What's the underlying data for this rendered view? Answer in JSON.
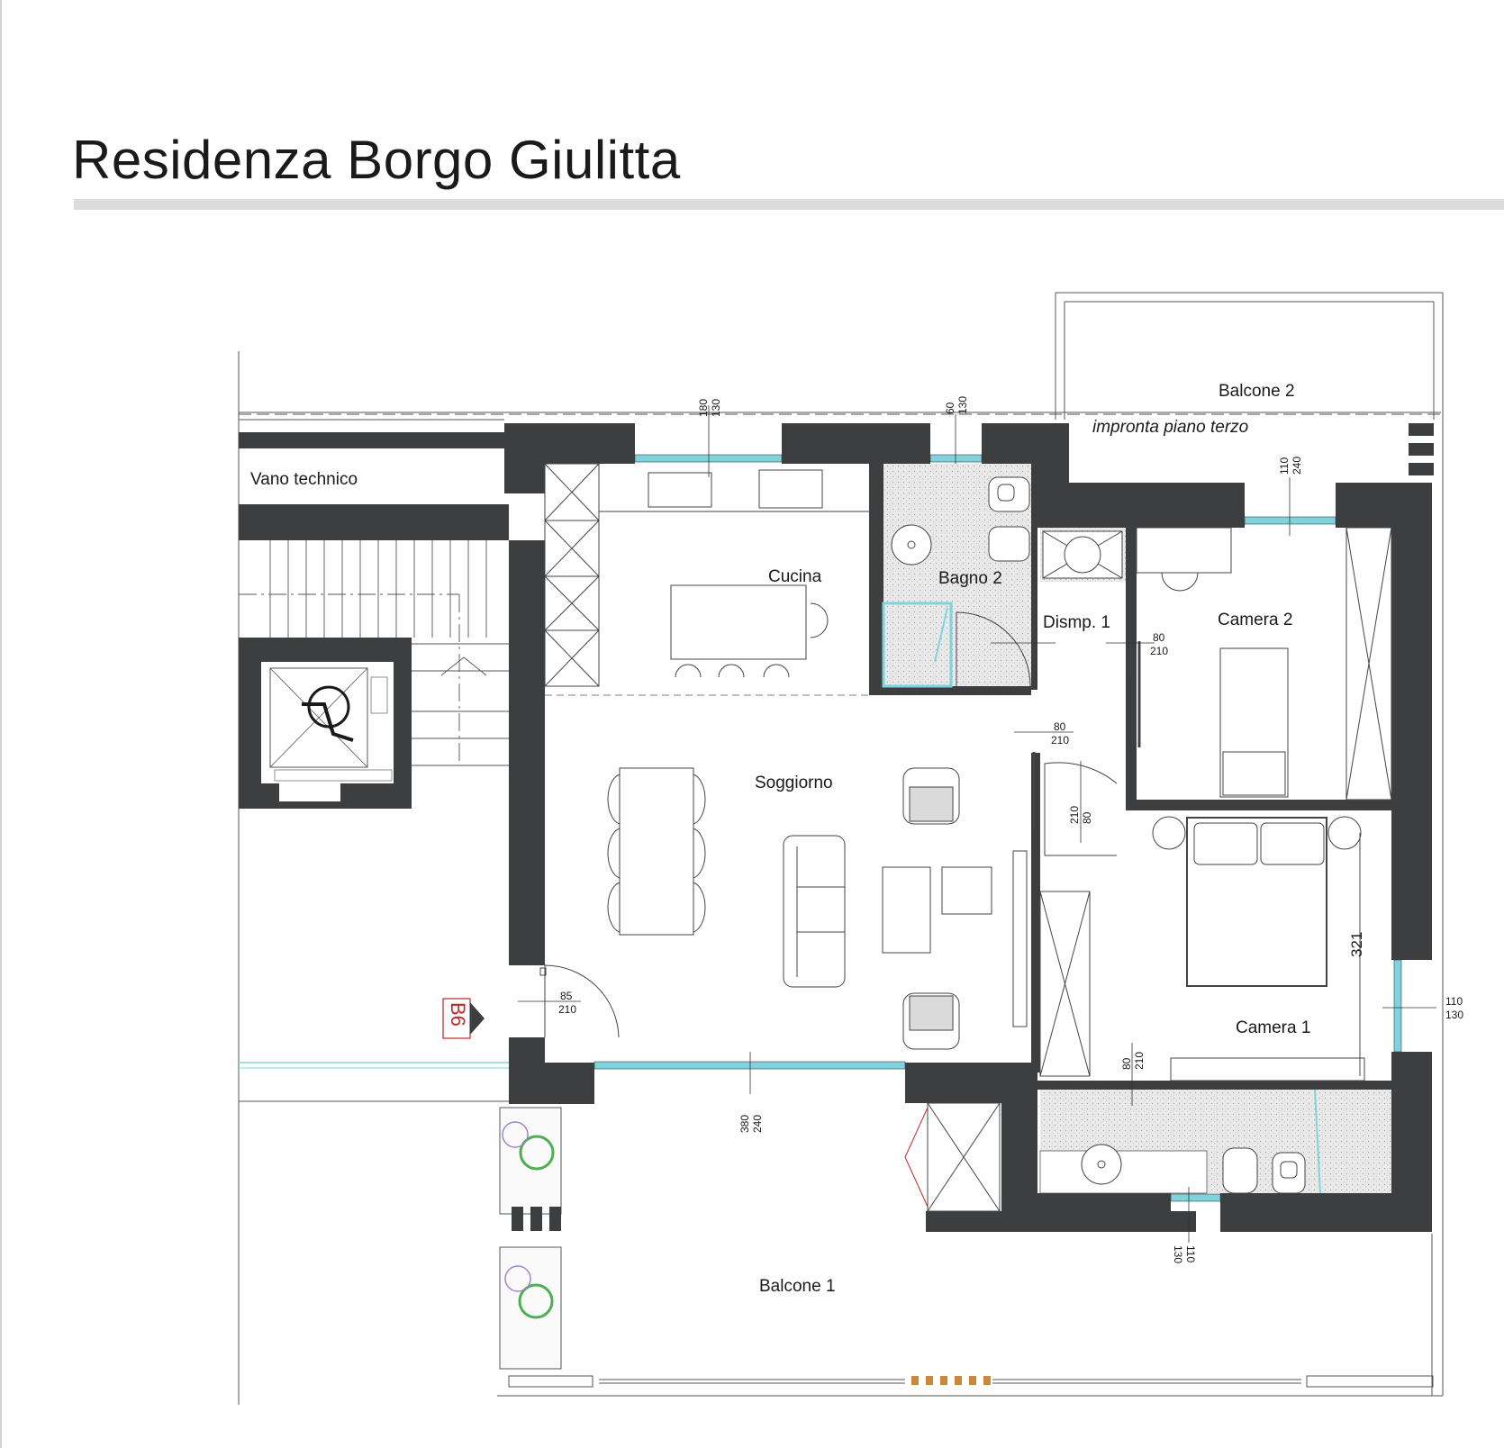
{
  "title": "Residenza Borgo Giulitta",
  "colors": {
    "wall": "#3d3e40",
    "window_glass": "#7fd3dc",
    "bathroom_floor": "#e6e6e6",
    "marker_red": "#c0262c",
    "plant_green": "#4caf50"
  },
  "rooms": {
    "vano_tecnico": "Vano technico",
    "cucina": "Cucina",
    "bagno2": "Bagno 2",
    "disimpegno": "Dismp. 1",
    "camera2": "Camera 2",
    "soggiorno": "Soggiorno",
    "camera1": "Camera 1",
    "balcone1": "Balcone 1",
    "balcone2": "Balcone 2"
  },
  "annotations": {
    "impronta": "impronta piano terzo",
    "section_marker": "B6"
  },
  "dimensions": {
    "kitchen_window": [
      "180",
      "130"
    ],
    "bath2_window": [
      "60",
      "130"
    ],
    "camera2_window": [
      "110",
      "240"
    ],
    "camera2_door": [
      "80",
      "210"
    ],
    "disimpegno_door": [
      "80",
      "210"
    ],
    "bath1_door_to_camera": [
      "80",
      "210"
    ],
    "entrance_door": [
      "85",
      "210"
    ],
    "living_window": [
      "380",
      "240"
    ],
    "camera1_bath_door": [
      "80",
      "210"
    ],
    "camera1_window": [
      "110",
      "130"
    ],
    "bath1_window": [
      "110",
      "130"
    ],
    "bed_length": "321"
  }
}
